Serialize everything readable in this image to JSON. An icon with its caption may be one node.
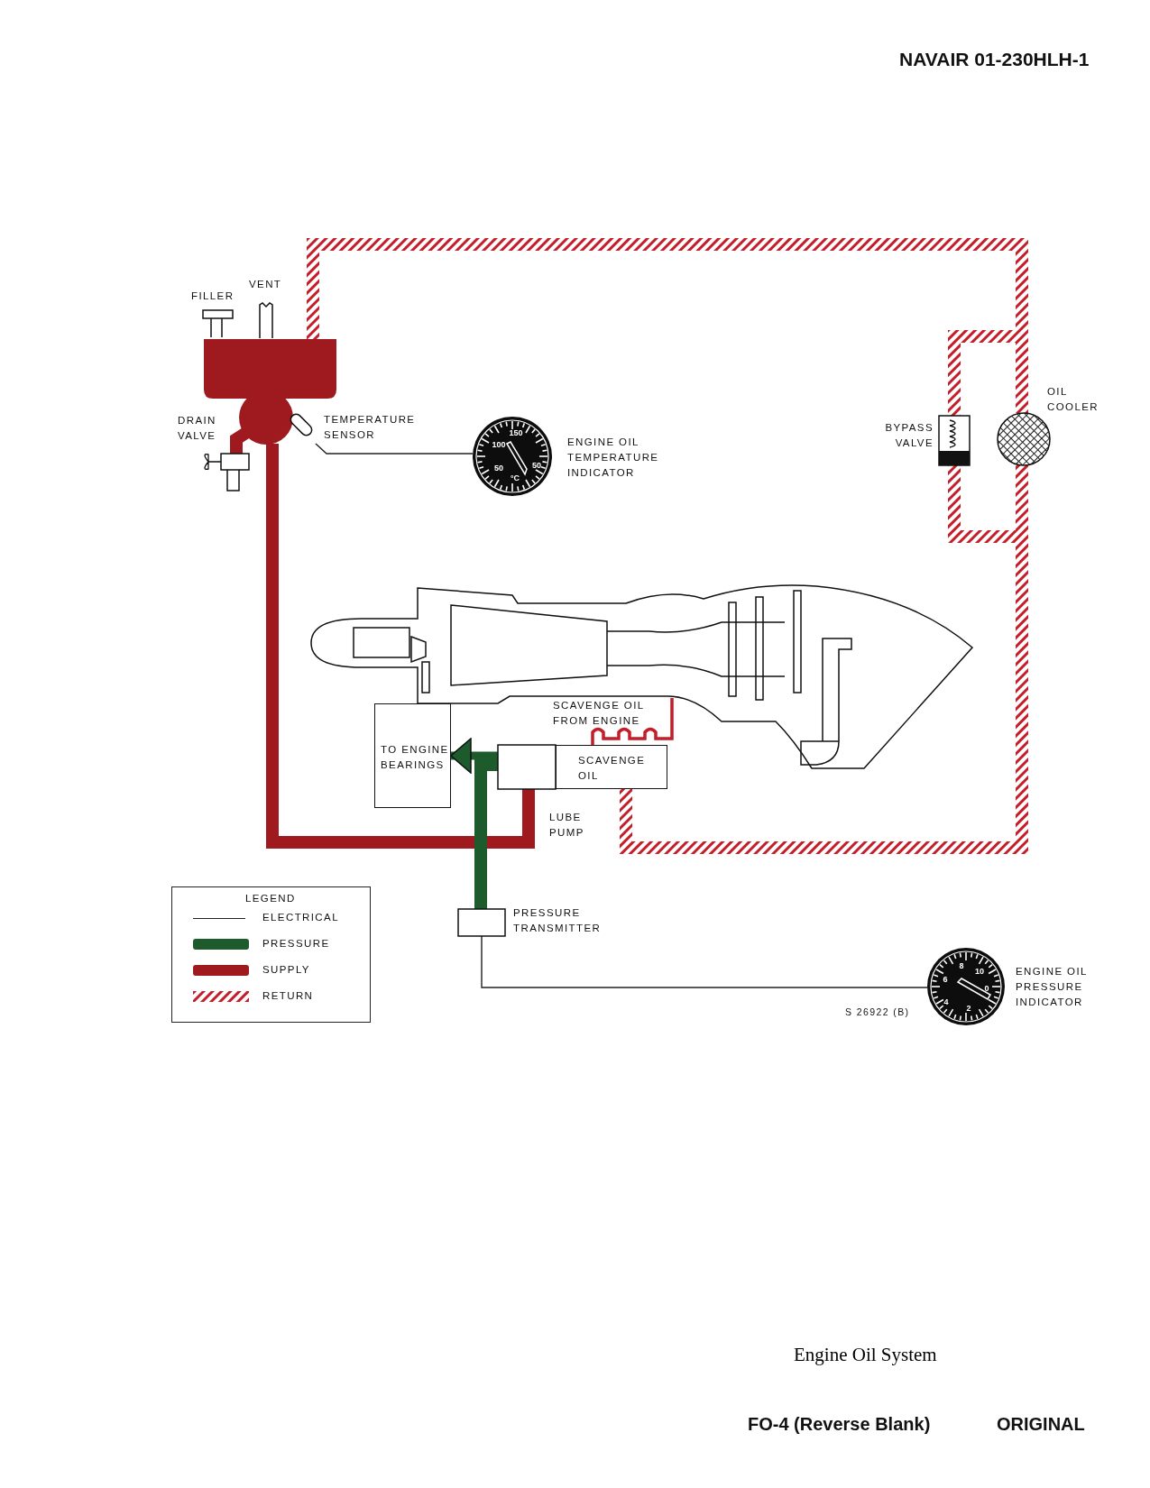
{
  "diagram": {
    "caption": "Engine Oil System",
    "nodes": [
      {
        "text": [],
        "shape": "box"
      },
      {
        "text": [
          "DRAIN VALVE"
        ]
      },
      {
        "text": [
          "TEMPERATURE SENSOR"
        ]
      },
      {
        "text": [
          "ENGINE OIL TEMPERATURE INDICATOR"
        ]
      },
      {
        "text": [
          "BYPASS VALVE"
        ]
      },
      {
        "text": [
          "OIL COOLER"
        ]
      },
      {
        "text": [],
        "shape": "picture"
      },
      {
        "text": [
          "TO ENGINE BEARINGS"
        ]
      },
      {
        "text": [
          "LUBE PUMP"
        ]
      },
      {
        "text": [
          "SCAVENGE OIL"
        ]
      },
      {
        "text": [
          "PRESSURE TRANSMITTER"
        ]
      },
      {
        "text": [
          "ENGINE OIL PRESSURE INDICATOR"
        ]
      }
    ],
    "edges": [
      {
        "from": 0,
        "to": 1,
        "arrow": "none",
        "color": "#9e1a1e"
      },
      {
        "from": 0,
        "to": 8,
        "arrow": "none",
        "color": "#9e1a1e"
      },
      {
        "from": 8,
        "to": 7,
        "arrow": "to",
        "color": "#1d5a2c"
      },
      {
        "from": 8,
        "to": 10,
        "arrow": "none",
        "color": "#1d5a2c"
      },
      {
        "from": 6,
        "to": 9,
        "arrow": "none",
        "color": "#c41e2a"
      },
      {
        "from": 9,
        "to": 4,
        "arrow": "none",
        "color": "#c41e2a"
      },
      {
        "from": 9,
        "to": 5,
        "arrow": "none",
        "color": "#c41e2a"
      },
      {
        "from": 4,
        "to": 0,
        "arrow": "none",
        "color": "#c41e2a"
      },
      {
        "from": 5,
        "to": 0,
        "arrow": "none",
        "color": "#c41e2a"
      },
      {
        "from": 2,
        "to": 3,
        "arrow": "none",
        "color": "#222222"
      },
      {
        "from": 10,
        "to": 11,
        "arrow": "none",
        "color": "#222222"
      }
    ],
    "labels": [
      "NAVAIR 01-230HLH-1",
      "VENT",
      "FILLER",
      "150",
      "100",
      "50",
      "50",
      "°C",
      "SCAVENGE OIL FROM ENGINE",
      "LEGEND",
      "8",
      "10",
      "6",
      "0",
      "4",
      "2",
      "S 26922 (B)",
      "FO-4 (Reverse Blank)",
      "ORIGINAL"
    ],
    "legend": [
      {
        "text": "ELECTRICAL"
      },
      {
        "text": "PRESSURE",
        "color": "#1d5a2c"
      },
      {
        "text": "SUPPLY",
        "color": "#9e1a1e"
      },
      {
        "text": "RETURN"
      }
    ]
  }
}
